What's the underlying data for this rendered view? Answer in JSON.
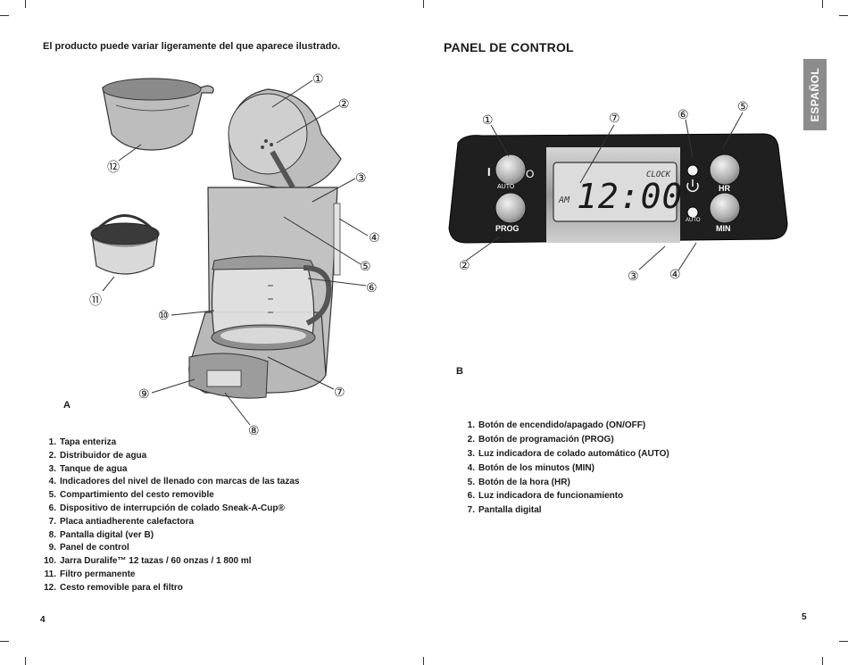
{
  "left_page": {
    "intro_text": "El producto puede variar ligeramente del que aparece ilustrado.",
    "figure_label": "A",
    "callout_numbers": [
      "①",
      "②",
      "③",
      "④",
      "⑤",
      "⑥",
      "⑦",
      "⑧",
      "⑨",
      "⑩",
      "⑪",
      "⑫"
    ],
    "parts": [
      {
        "num": "1.",
        "text": "Tapa enteriza"
      },
      {
        "num": "2.",
        "text": "Distribuidor de agua"
      },
      {
        "num": "3.",
        "text": "Tanque de agua"
      },
      {
        "num": "4.",
        "text": "Indicadores del nivel de llenado con marcas de las tazas"
      },
      {
        "num": "5.",
        "text": "Compartimiento del cesto removible"
      },
      {
        "num": "6.",
        "text": "Dispositivo de interrupción de colado Sneak-A-Cup®"
      },
      {
        "num": "7.",
        "text": "Placa antiadherente calefactora"
      },
      {
        "num": "8.",
        "text": "Pantalla digital (ver B)"
      },
      {
        "num": "9.",
        "text": "Panel de control"
      },
      {
        "num": "10.",
        "text": "Jarra Duralife™ 12 tazas / 60 onzas / 1 800 ml"
      },
      {
        "num": "11.",
        "text": "Filtro permanente"
      },
      {
        "num": "12.",
        "text": "Cesto removible para el filtro"
      }
    ],
    "page_number": "4"
  },
  "right_page": {
    "title": "PANEL DE CONTROL",
    "language_tab": "ESPAÑOL",
    "figure_label": "B",
    "callout_numbers": [
      "①",
      "②",
      "③",
      "④",
      "⑤",
      "⑥",
      "⑦"
    ],
    "panel": {
      "on_symbol": "I",
      "off_symbol": "O",
      "auto_label": "AUTO",
      "prog_label": "PROG",
      "display_mode": "CLOCK",
      "display_ampm": "AM",
      "display_time": "12:00",
      "auto_light_label": "AUTO",
      "hr_label": "HR",
      "min_label": "MIN"
    },
    "controls": [
      {
        "num": "1.",
        "text": "Botón de encendido/apagado (ON/OFF)"
      },
      {
        "num": "2.",
        "text": "Botón de programación (PROG)"
      },
      {
        "num": "3.",
        "text": "Luz indicadora de colado automático (AUTO)"
      },
      {
        "num": "4.",
        "text": "Botón de los minutos (MIN)"
      },
      {
        "num": "5.",
        "text": "Botón de la hora (HR)"
      },
      {
        "num": "6.",
        "text": "Luz indicadora de funcionamiento"
      },
      {
        "num": "7.",
        "text": "Pantalla digital"
      }
    ],
    "page_number": "5"
  },
  "colors": {
    "tab_gray": "#8c8c8c",
    "panel_dark": "#1f1f1f",
    "panel_chrome": "#b9b9b9",
    "lcd": "#dcdcdc",
    "appliance_gray": "#bcbcbc"
  }
}
